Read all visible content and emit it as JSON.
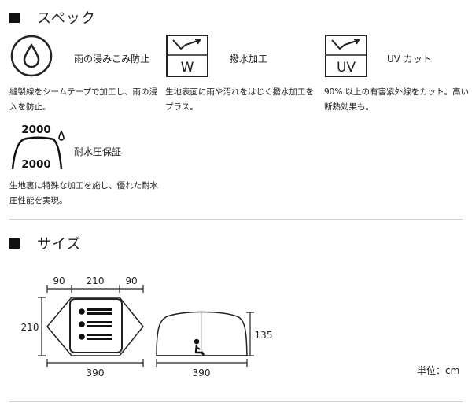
{
  "spec": {
    "title": "スペック",
    "features": [
      {
        "label": "雨の浸みこみ防止",
        "desc": "縫製線をシームテープで加工し、雨の浸入を防止。",
        "icon": "water-drop-icon"
      },
      {
        "label": "撥水加工",
        "desc": "生地表面に雨や汚れをはじく撥水加工をプラス。",
        "icon": "water-repellent-w-icon",
        "icon_text": "W"
      },
      {
        "label": "UV カット",
        "desc": "90% 以上の有害紫外線をカット。高い断熱効果も。",
        "icon": "uv-cut-icon",
        "icon_text": "UV"
      },
      {
        "label": "耐水圧保証",
        "desc": "生地裏に特殊な加工を施し、優れた耐水圧性能を実現。",
        "icon": "water-pressure-icon",
        "icon_text_top": "2000",
        "icon_text_bottom": "2000"
      }
    ]
  },
  "size": {
    "title": "サイズ",
    "top_dims": [
      "90",
      "210",
      "90"
    ],
    "left_dim": "210",
    "floor_width": "390",
    "side_width": "390",
    "side_height": "135",
    "unit": "単位：cm"
  }
}
